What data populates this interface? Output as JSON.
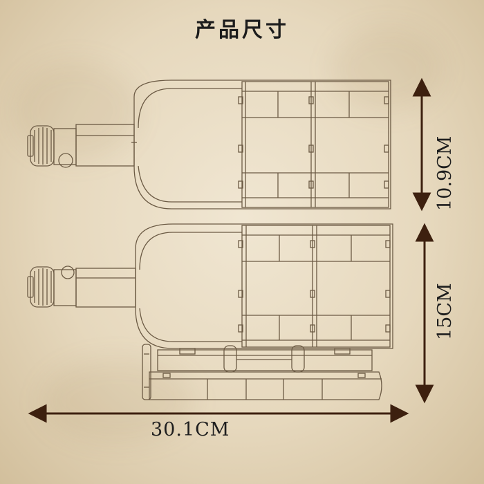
{
  "title": "产品尺寸",
  "dimensions": {
    "width_label": "30.1CM",
    "height_top_label": "10.9CM",
    "height_bottom_label": "15CM"
  },
  "colors": {
    "background": "#e9dcc3",
    "line": "#6b5a44",
    "arrow": "#3d200f",
    "text": "#1c1c1c"
  }
}
